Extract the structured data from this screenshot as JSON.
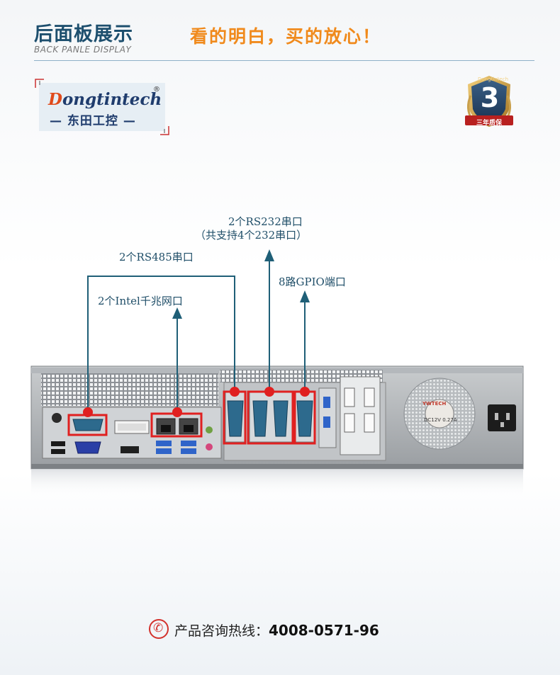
{
  "header": {
    "title": "后面板展示",
    "subtitle": "BACK PANLE DISPLAY",
    "slogan": "看的明白，买的放心！"
  },
  "logo": {
    "brand_initial": "D",
    "brand_rest": "ongtintech",
    "registered": "®",
    "chinese": "— 东田工控 —"
  },
  "warranty_badge": {
    "number": "3",
    "text": "三年质保",
    "brand": "Dongtintech"
  },
  "annotations": {
    "rs232_line1": "2个RS232串口",
    "rs232_line2": "（共支持4个232串口）",
    "rs485": "2个RS485串口",
    "gpio": "8路GPIO端口",
    "intel_lan": "2个Intel千兆网口"
  },
  "chassis": {
    "psu_brand": "YWTECH",
    "psu_spec": "DC12V 0.27A"
  },
  "contact": {
    "label": "产品咨询热线：",
    "number": "4008-0571-96"
  },
  "colors": {
    "header_blue": "#1d4f6e",
    "slogan_orange": "#f08a1c",
    "callout_teal": "#1f5f77",
    "highlight_red": "#e02020"
  }
}
